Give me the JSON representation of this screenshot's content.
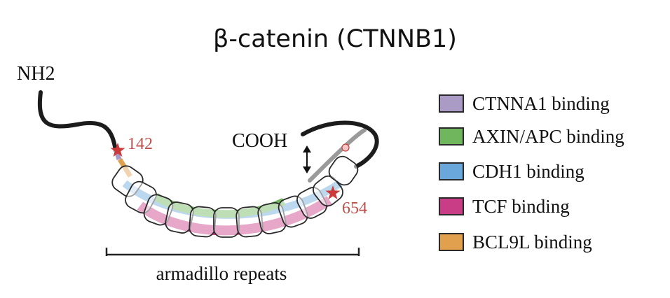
{
  "title": "β-catenin (CTNNB1)",
  "labels": {
    "n_terminus": "NH2",
    "c_terminus": "COOH",
    "site_a": "142",
    "site_b": "654",
    "repeats": "armadillo repeats"
  },
  "legend": [
    {
      "label": "CTNNA1 binding",
      "color": "#a99ac6"
    },
    {
      "label": "AXIN/APC binding",
      "color": "#6fb65d"
    },
    {
      "label": "CDH1 binding",
      "color": "#6aa8dc"
    },
    {
      "label": "TCF binding",
      "color": "#c83d85"
    },
    {
      "label": "BCL9L binding",
      "color": "#e0a04e"
    }
  ],
  "colors": {
    "site_marker": "#cc3b3b",
    "site_text": "#c0504d",
    "tail": "#1c1c1c",
    "tail_alt": "#9a9a9a"
  }
}
